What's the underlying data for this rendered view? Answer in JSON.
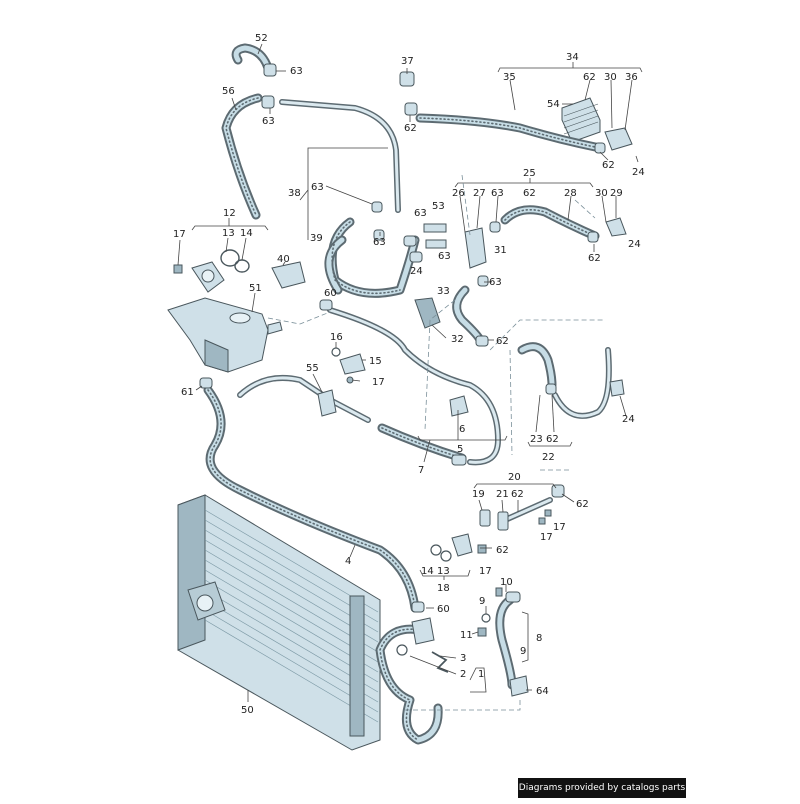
{
  "labels": {
    "n52": "52",
    "n63a": "63",
    "n56": "56",
    "n63b": "63",
    "n37": "37",
    "n62a": "62",
    "n34": "34",
    "n35": "35",
    "n62b": "62",
    "n30a": "30",
    "n36": "36",
    "n54": "54",
    "n62c": "62",
    "n24a": "24",
    "n38": "38",
    "n63c": "63",
    "n39": "39",
    "n63d": "63",
    "n63e": "63",
    "n53": "53",
    "n63f": "63",
    "n25": "25",
    "n26": "26",
    "n27": "27",
    "n63g": "63",
    "n62d": "62",
    "n28": "28",
    "n30b": "30",
    "n29": "29",
    "n24b": "24",
    "n31": "31",
    "n62e": "62",
    "n63h": "63",
    "n24c": "24",
    "n33": "33",
    "n32": "32",
    "n62f": "62",
    "n12": "12",
    "n13a": "13",
    "n14a": "14",
    "n17a": "17",
    "n40": "40",
    "n51": "51",
    "n60a": "60",
    "n16": "16",
    "n15": "15",
    "n17b": "17",
    "n55": "55",
    "n61": "61",
    "n6": "6",
    "n5": "5",
    "n7": "7",
    "n23": "23",
    "n62g": "62",
    "n22": "22",
    "n24d": "24",
    "n20": "20",
    "n19": "19",
    "n21": "21",
    "n62h": "62",
    "n62i": "62",
    "n17c": "17",
    "n17d": "17",
    "n62j": "62",
    "n4": "4",
    "n14b": "14",
    "n13b": "13",
    "n17e": "17",
    "n18": "18",
    "n60b": "60",
    "n10": "10",
    "n9a": "9",
    "n11": "11",
    "n8": "8",
    "n9b": "9",
    "n3": "3",
    "n2": "2",
    "n1": "1",
    "n64": "64",
    "n50": "50"
  },
  "footer": {
    "text": "Diagrams provided by catalogs parts"
  },
  "colors": {
    "part_fill": "#cfe0e8",
    "outline": "#4a575d",
    "footer_bg": "#111111"
  }
}
